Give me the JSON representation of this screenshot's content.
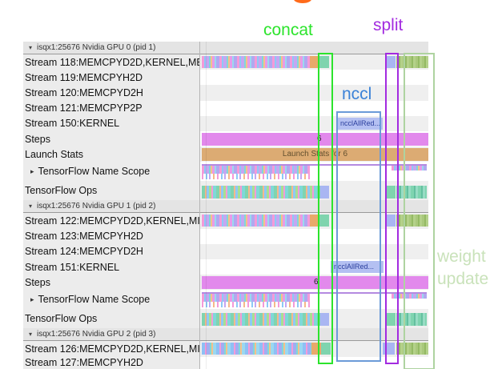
{
  "annotations": {
    "concat": "concat",
    "split": "split",
    "nccl": "nccl",
    "weight_update_line1": "weight",
    "weight_update_line2": "update",
    "colors": {
      "concat": "#2ce42c",
      "split": "#a32be0",
      "nccl_text": "#3b82d8",
      "nccl_box": "#6b9bd8",
      "weight_update": "#c9e2ba",
      "steps_bar": "#e289ec",
      "launch_stats_bar": "#dcab73",
      "nccl_event_bar": "#b4c0f2"
    }
  },
  "icons": {
    "expanded_arrow": "▾",
    "collapsed_arrow": "▸"
  },
  "events": {
    "nccl_allreduce": "ncclAllRed...",
    "steps_value": "6",
    "launch_stats": "Launch Stats for 6"
  },
  "sections": [
    {
      "header": "isqx1:25676 Nvidia GPU 0 (pid 1)",
      "rows": [
        {
          "label": "Stream 118:MEMCPYD2D,KERNEL,ME"
        },
        {
          "label": "Stream 119:MEMCPYH2D"
        },
        {
          "label": "Stream 120:MEMCPYD2H"
        },
        {
          "label": "Stream 121:MEMCPYP2P"
        },
        {
          "label": "Stream 150:KERNEL"
        },
        {
          "label": "Steps"
        },
        {
          "label": "Launch Stats"
        },
        {
          "label": "TensorFlow Name Scope"
        },
        {
          "label": "TensorFlow Ops"
        }
      ]
    },
    {
      "header": "isqx1:25676 Nvidia GPU 1 (pid 2)",
      "rows": [
        {
          "label": "Stream 122:MEMCPYD2D,KERNEL,MI"
        },
        {
          "label": "Stream 123:MEMCPYH2D"
        },
        {
          "label": "Stream 124:MEMCPYD2H"
        },
        {
          "label": "Stream 151:KERNEL"
        },
        {
          "label": "Steps"
        },
        {
          "label": "TensorFlow Name Scope"
        },
        {
          "label": "TensorFlow Ops"
        }
      ]
    },
    {
      "header": "isqx1:25676 Nvidia GPU 2 (pid 3)",
      "rows": [
        {
          "label": "Stream 126:MEMCPYD2D,KERNEL,MI"
        },
        {
          "label": "Stream 127:MEMCPYH2D"
        }
      ]
    }
  ]
}
